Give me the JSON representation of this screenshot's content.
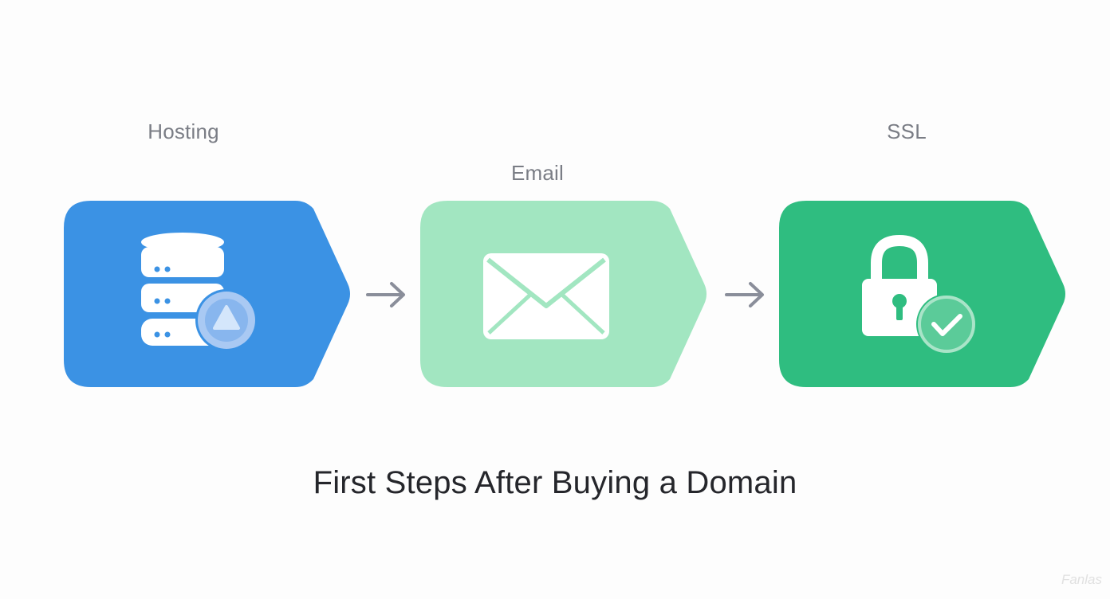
{
  "steps": [
    {
      "label": "Hosting",
      "icon": "database-server-icon",
      "color": "#3b92e4"
    },
    {
      "label": "Email",
      "icon": "envelope-icon",
      "color": "#a2e6c1"
    },
    {
      "label": "SSL",
      "icon": "padlock-check-icon",
      "color": "#2fbd80"
    }
  ],
  "title": "First Steps After Buying a Domain",
  "watermark": "Fanlas",
  "colors": {
    "background": "#fdfdfd",
    "arrow": "#8a8e9a",
    "label_text": "#7a7d85",
    "title_text": "#25262b"
  }
}
